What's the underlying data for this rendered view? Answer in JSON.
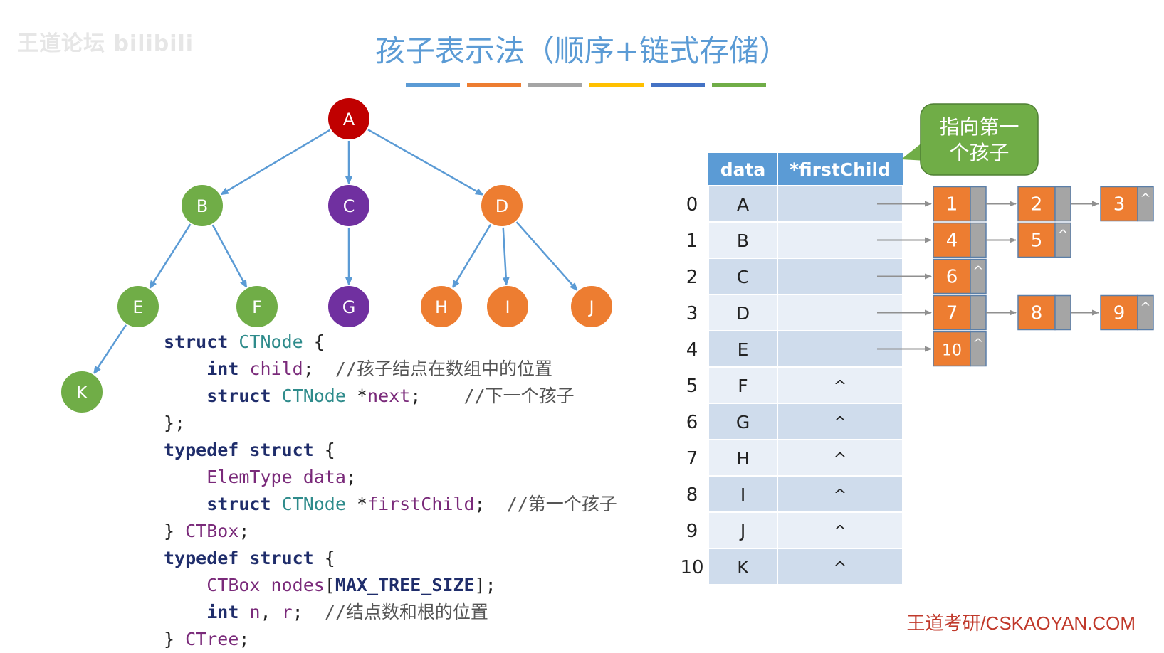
{
  "watermark": "王道论坛 bilibili",
  "title": "孩子表示法（顺序+链式存储）",
  "title_bar_colors": [
    "#5b9bd5",
    "#ed7d31",
    "#a5a5a5",
    "#ffc000",
    "#4472c4",
    "#70ad47"
  ],
  "colors": {
    "red": "#c00000",
    "green": "#70ad47",
    "purple": "#7030a0",
    "orange": "#ed7d31",
    "edge": "#5b9bd5",
    "table_header": "#5b9bd5",
    "row_dark": "#cfdcec",
    "row_light": "#e9eff7",
    "grey_ptr": "#a5a5a5",
    "callout": "#70ad47"
  },
  "tree": {
    "nodes": [
      {
        "id": "A",
        "label": "A",
        "color": "red"
      },
      {
        "id": "B",
        "label": "B",
        "color": "green"
      },
      {
        "id": "C",
        "label": "C",
        "color": "purple"
      },
      {
        "id": "D",
        "label": "D",
        "color": "orange"
      },
      {
        "id": "E",
        "label": "E",
        "color": "green"
      },
      {
        "id": "F",
        "label": "F",
        "color": "green"
      },
      {
        "id": "G",
        "label": "G",
        "color": "purple"
      },
      {
        "id": "H",
        "label": "H",
        "color": "orange"
      },
      {
        "id": "I",
        "label": "I",
        "color": "orange"
      },
      {
        "id": "J",
        "label": "J",
        "color": "orange"
      },
      {
        "id": "K",
        "label": "K",
        "color": "green"
      }
    ],
    "edges": [
      [
        "A",
        "B"
      ],
      [
        "A",
        "C"
      ],
      [
        "A",
        "D"
      ],
      [
        "B",
        "E"
      ],
      [
        "B",
        "F"
      ],
      [
        "C",
        "G"
      ],
      [
        "D",
        "H"
      ],
      [
        "D",
        "I"
      ],
      [
        "D",
        "J"
      ],
      [
        "E",
        "K"
      ]
    ]
  },
  "code_lines": [
    [
      [
        "kw",
        "struct"
      ],
      [
        "pl",
        " "
      ],
      [
        "ty",
        "CTNode"
      ],
      [
        "pl",
        " {"
      ]
    ],
    [
      [
        "pl",
        "    "
      ],
      [
        "kw",
        "int"
      ],
      [
        "pl",
        " "
      ],
      [
        "id",
        "child"
      ],
      [
        "pl",
        ";  "
      ],
      [
        "cm",
        "//孩子结点在数组中的位置"
      ]
    ],
    [
      [
        "pl",
        "    "
      ],
      [
        "kw",
        "struct"
      ],
      [
        "pl",
        " "
      ],
      [
        "ty",
        "CTNode"
      ],
      [
        "pl",
        " *"
      ],
      [
        "id",
        "next"
      ],
      [
        "pl",
        ";    "
      ],
      [
        "cm",
        "//下一个孩子"
      ]
    ],
    [
      [
        "pl",
        "};"
      ]
    ],
    [
      [
        "kw",
        "typedef"
      ],
      [
        "pl",
        " "
      ],
      [
        "kw",
        "struct"
      ],
      [
        "pl",
        " {"
      ]
    ],
    [
      [
        "pl",
        "    "
      ],
      [
        "id",
        "ElemType"
      ],
      [
        "pl",
        " "
      ],
      [
        "id",
        "data"
      ],
      [
        "pl",
        ";"
      ]
    ],
    [
      [
        "pl",
        "    "
      ],
      [
        "kw",
        "struct"
      ],
      [
        "pl",
        " "
      ],
      [
        "ty",
        "CTNode"
      ],
      [
        "pl",
        " *"
      ],
      [
        "id",
        "firstChild"
      ],
      [
        "pl",
        ";  "
      ],
      [
        "cm",
        "//第一个孩子"
      ]
    ],
    [
      [
        "pl",
        "} "
      ],
      [
        "id",
        "CTBox"
      ],
      [
        "pl",
        ";"
      ]
    ],
    [
      [
        "kw",
        "typedef"
      ],
      [
        "pl",
        " "
      ],
      [
        "kw",
        "struct"
      ],
      [
        "pl",
        " {"
      ]
    ],
    [
      [
        "pl",
        "    "
      ],
      [
        "id",
        "CTBox"
      ],
      [
        "pl",
        " "
      ],
      [
        "id",
        "nodes"
      ],
      [
        "pl",
        "["
      ],
      [
        "kw",
        "MAX_TREE_SIZE"
      ],
      [
        "pl",
        "];"
      ]
    ],
    [
      [
        "pl",
        "    "
      ],
      [
        "kw",
        "int"
      ],
      [
        "pl",
        " "
      ],
      [
        "id",
        "n"
      ],
      [
        "pl",
        ", "
      ],
      [
        "id",
        "r"
      ],
      [
        "pl",
        ";  "
      ],
      [
        "cm",
        "//结点数和根的位置"
      ]
    ],
    [
      [
        "pl",
        "} "
      ],
      [
        "id",
        "CTree"
      ],
      [
        "pl",
        ";"
      ]
    ]
  ],
  "table": {
    "header_data": "data",
    "header_ptr": "*firstChild",
    "rows": [
      {
        "index": "0",
        "data": "A",
        "ptr": ""
      },
      {
        "index": "1",
        "data": "B",
        "ptr": ""
      },
      {
        "index": "2",
        "data": "C",
        "ptr": ""
      },
      {
        "index": "3",
        "data": "D",
        "ptr": ""
      },
      {
        "index": "4",
        "data": "E",
        "ptr": ""
      },
      {
        "index": "5",
        "data": "F",
        "ptr": "^"
      },
      {
        "index": "6",
        "data": "G",
        "ptr": "^"
      },
      {
        "index": "7",
        "data": "H",
        "ptr": "^"
      },
      {
        "index": "8",
        "data": "I",
        "ptr": "^"
      },
      {
        "index": "9",
        "data": "J",
        "ptr": "^"
      },
      {
        "index": "10",
        "data": "K",
        "ptr": "^"
      }
    ]
  },
  "chains": [
    {
      "row": 0,
      "items": [
        {
          "value": "1",
          "null": false
        },
        {
          "value": "2",
          "null": false
        },
        {
          "value": "3",
          "null": true
        }
      ]
    },
    {
      "row": 1,
      "items": [
        {
          "value": "4",
          "null": false
        },
        {
          "value": "5",
          "null": true
        }
      ]
    },
    {
      "row": 2,
      "items": [
        {
          "value": "6",
          "null": true
        }
      ]
    },
    {
      "row": 3,
      "items": [
        {
          "value": "7",
          "null": false
        },
        {
          "value": "8",
          "null": false
        },
        {
          "value": "9",
          "null": true
        }
      ]
    },
    {
      "row": 4,
      "items": [
        {
          "value": "10",
          "null": true
        }
      ]
    }
  ],
  "null_symbol": "^",
  "callout": {
    "line1": "指向第一",
    "line2": "个孩子"
  },
  "footer": "王道考研/CSKAOYAN.COM"
}
